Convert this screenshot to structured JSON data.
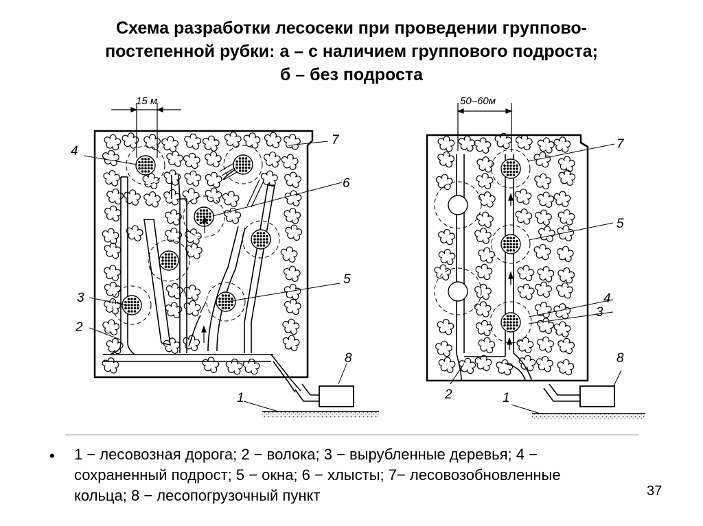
{
  "title": {
    "line1": "Схема разработки лесосеки при проведении группово-",
    "line2": "постепенной рубки: а – с наличием группового подроста;",
    "line3": "б – без подроста"
  },
  "diagram_a": {
    "width_label": "15 м",
    "callouts": [
      "1",
      "2",
      "3",
      "4",
      "5",
      "6",
      "7",
      "8"
    ]
  },
  "diagram_b": {
    "width_label": "50–60м",
    "callouts": [
      "1",
      "2",
      "3",
      "4",
      "5",
      "7",
      "8"
    ]
  },
  "legend": {
    "bullet": "•",
    "line1": "1 − лесовозная дорога; 2 − волока; 3 − вырубленные деревья; 4 −",
    "line2": "сохраненный подрост; 5 − окна; 6 − хлысты; 7− лесовозобновленные",
    "line3": "кольца; 8 − лесопогрузочный пункт"
  },
  "page_number": "37"
}
